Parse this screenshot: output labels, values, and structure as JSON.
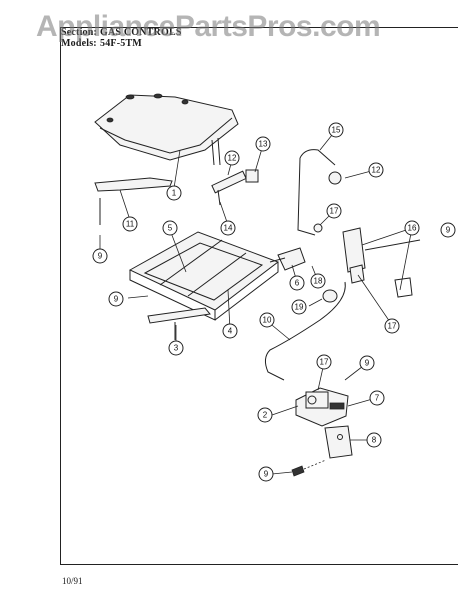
{
  "watermark": "AppliancePartsPros.com",
  "header": {
    "section_label": "Section:",
    "section_value": "GAS CONTROLS",
    "models_label": "Models:",
    "models_value": "54F-5TM"
  },
  "footer": {
    "date": "10/91"
  },
  "callouts": [
    {
      "label": "1"
    },
    {
      "label": "11"
    },
    {
      "label": "9"
    },
    {
      "label": "12"
    },
    {
      "label": "13"
    },
    {
      "label": "14"
    },
    {
      "label": "15"
    },
    {
      "label": "12"
    },
    {
      "label": "17"
    },
    {
      "label": "16"
    },
    {
      "label": "9"
    },
    {
      "label": "5"
    },
    {
      "label": "6"
    },
    {
      "label": "18"
    },
    {
      "label": "9"
    },
    {
      "label": "19"
    },
    {
      "label": "17"
    },
    {
      "label": "4"
    },
    {
      "label": "3"
    },
    {
      "label": "10"
    },
    {
      "label": "17"
    },
    {
      "label": "9"
    },
    {
      "label": "7"
    },
    {
      "label": "2"
    },
    {
      "label": "8"
    },
    {
      "label": "9"
    }
  ]
}
